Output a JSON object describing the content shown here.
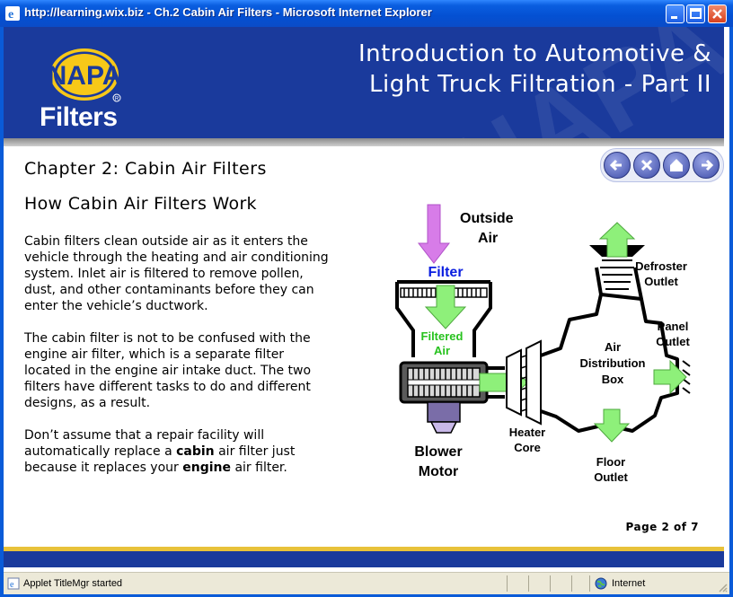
{
  "window": {
    "title": "http://learning.wix.biz - Ch.2 Cabin Air Filters - Microsoft Internet Explorer"
  },
  "header": {
    "logo_text": "NAPA",
    "brand_text": "Filters",
    "title_line1": "Introduction to Automotive &",
    "title_line2": "Light Truck Filtration - Part II"
  },
  "content": {
    "chapter_title": "Chapter 2: Cabin Air Filters",
    "section_title": "How Cabin Air Filters Work",
    "paragraph1": "Cabin filters clean outside air as it enters the vehicle through the heating and air conditioning system. Inlet air is filtered to remove pollen, dust, and other contaminants before they can enter the vehicle’s ductwork.",
    "paragraph2": "The cabin filter is not to be confused with the engine air filter, which is a separate filter located in the engine air intake duct. The two filters have different tasks to do and different designs, as a result.",
    "paragraph3_a": "Don’t assume that a repair facility will automatically replace a ",
    "paragraph3_b1": "cabin",
    "paragraph3_c": " air filter just because it replaces your ",
    "paragraph3_b2": "engine",
    "paragraph3_d": " air filter.",
    "page_indicator": "Page 2 of 7"
  },
  "nav": {
    "buttons": [
      {
        "icon": "arrow-left-icon"
      },
      {
        "icon": "close-x-icon"
      },
      {
        "icon": "home-icon"
      },
      {
        "icon": "arrow-right-icon"
      }
    ]
  },
  "diagram": {
    "outside": "Outside",
    "air": "Air",
    "filter": "Filter",
    "filtered": "Filtered",
    "filtered_air": "Air",
    "blower": "Blower",
    "motor": "Motor",
    "heater": "Heater",
    "core": "Core",
    "defroster": "Defroster",
    "outlet1": "Outlet",
    "panel": "Panel",
    "outlet2": "Outlet",
    "air_dist": "Air",
    "distribution": "Distribution",
    "box": "Box",
    "floor": "Floor",
    "outlet3": "Outlet"
  },
  "statusbar": {
    "status": "Applet TitleMgr started",
    "zone": "Internet"
  },
  "colors": {
    "header_blue": "#1a3a9c",
    "footer_gold": "#e8c23a",
    "airflow_green": "#8ef07a",
    "inlet_violet": "#d77ce8",
    "filter_blue": "#0a1ee0"
  }
}
